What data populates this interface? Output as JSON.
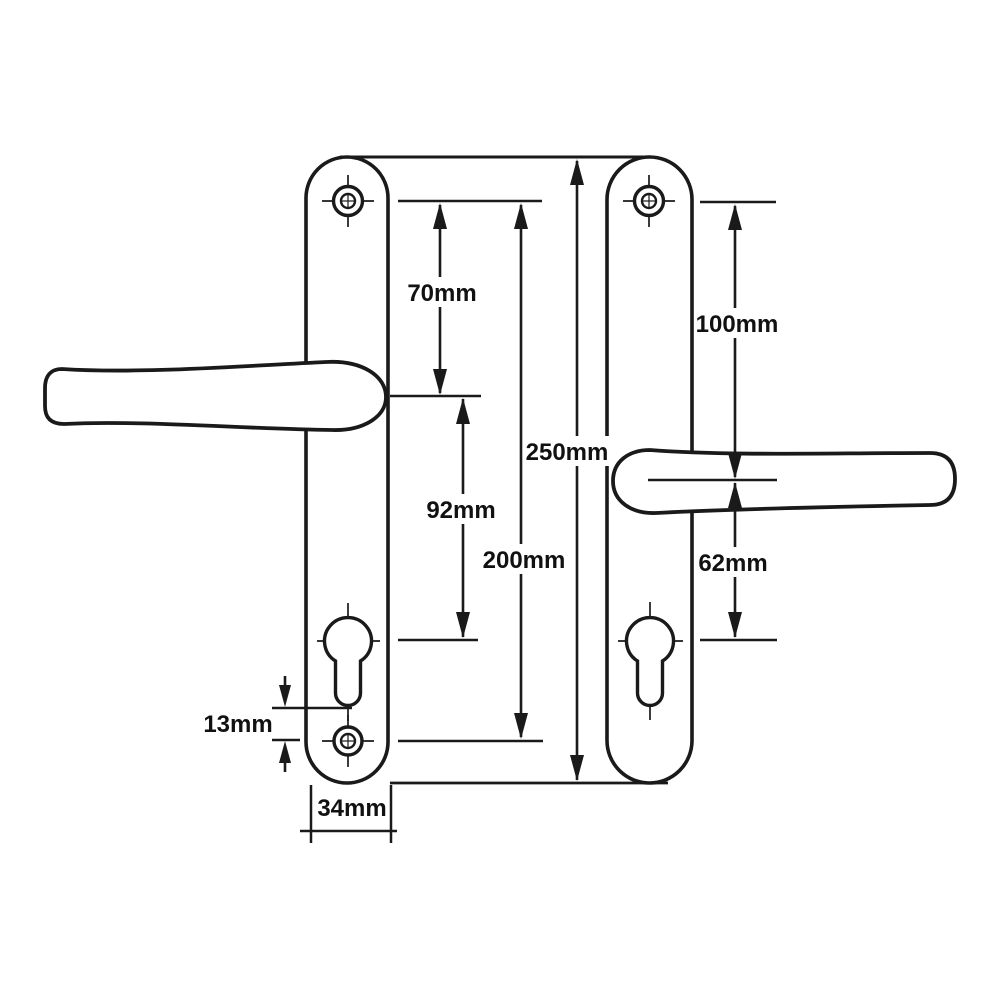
{
  "figure": {
    "type": "technical-dimension-diagram",
    "subject": "door-handle-backplates",
    "background_color": "#ffffff",
    "line_color": "#1a1a1a",
    "units": "mm"
  },
  "icons": {
    "screw_hole": "crosshair-circle",
    "keyhole": "euro-cylinder-profile",
    "arrowhead": "filled-triangle"
  },
  "dimensions": {
    "left_top_screw_to_spindle": "70mm",
    "left_spindle_to_cylinder": "92mm",
    "left_screw_centres": "200mm",
    "overall_plate_height": "250mm",
    "right_top_screw_to_spindle": "100mm",
    "right_spindle_to_cylinder": "62mm",
    "cylinder_to_bottom_screw": "13mm",
    "plate_width": "34mm"
  }
}
